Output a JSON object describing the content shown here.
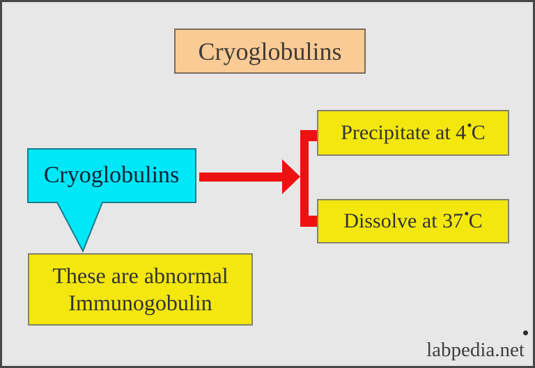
{
  "page": {
    "background_color": "#e7e7e7",
    "frame_color": "#474747"
  },
  "title_box": {
    "label": "Cryoglobulins",
    "fill_color": "#fbcb96",
    "border_color": "#7b6a5d"
  },
  "callout": {
    "label": "Cryoglobulins",
    "fill_color": "#00e7f7",
    "border_color": "#1d7a8c"
  },
  "note_box": {
    "line1": "These are abnormal",
    "line2": "Immunogobulin",
    "fill_color": "#f3e70d",
    "border_color": "#84826c"
  },
  "branches": [
    {
      "text_before": "Precipitate at 4",
      "degree_mark": "•",
      "unit": "C"
    },
    {
      "text_before": "Dissolve at 37",
      "degree_mark": "•",
      "unit": "C"
    }
  ],
  "arrow": {
    "color": "#ee1111"
  },
  "watermark": {
    "label": "labpedia.net",
    "color": "#3f3f3f"
  }
}
